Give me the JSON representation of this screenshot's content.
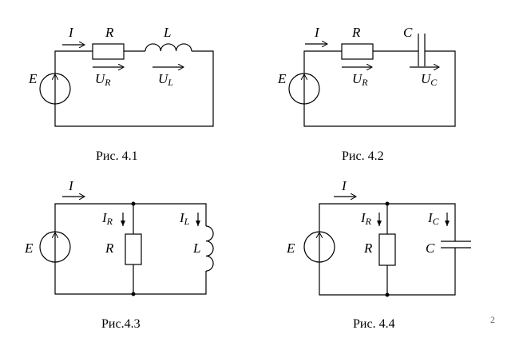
{
  "page_number": "2",
  "figures": [
    {
      "id": "4.1",
      "caption": "Рис. 4.1",
      "source": "E",
      "current": "I",
      "elements": [
        {
          "name": "R",
          "voltage": "U",
          "voltage_sub": "R"
        },
        {
          "name": "L",
          "voltage": "U",
          "voltage_sub": "L"
        }
      ]
    },
    {
      "id": "4.2",
      "caption": "Рис. 4.2",
      "source": "E",
      "current": "I",
      "elements": [
        {
          "name": "R",
          "voltage": "U",
          "voltage_sub": "R"
        },
        {
          "name": "C",
          "voltage": "U",
          "voltage_sub": "C"
        }
      ]
    },
    {
      "id": "4.3",
      "caption": "Рис.4.3",
      "source": "E",
      "current": "I",
      "branches": [
        {
          "name": "R",
          "current": "I",
          "current_sub": "R"
        },
        {
          "name": "L",
          "current": "I",
          "current_sub": "L"
        }
      ]
    },
    {
      "id": "4.4",
      "caption": "Рис. 4.4",
      "source": "E",
      "current": "I",
      "branches": [
        {
          "name": "R",
          "current": "I",
          "current_sub": "R"
        },
        {
          "name": "C",
          "current": "I",
          "current_sub": "C"
        }
      ]
    }
  ]
}
